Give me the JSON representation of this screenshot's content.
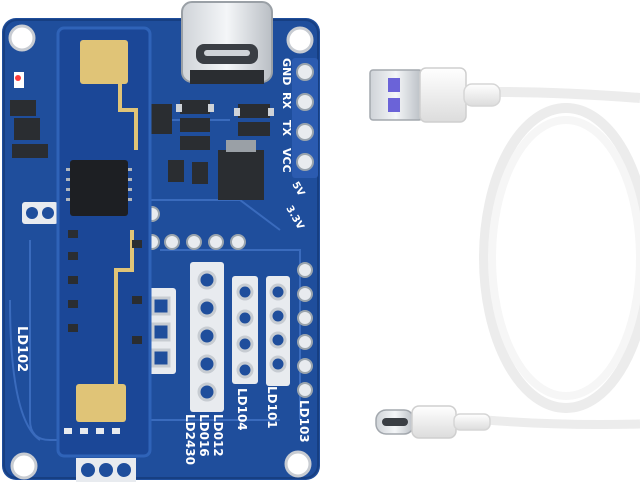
{
  "board": {
    "labels": {
      "gnd": "GND",
      "rx": "RX",
      "tx": "TX",
      "vcc": "VCC",
      "v5": "5V",
      "v33": "3.3V",
      "ld102": "LD102",
      "ld104": "LD104",
      "ld101": "LD101",
      "ld103": "LD103",
      "ld012": "LD012",
      "ld016": "LD016",
      "ld2430": "LD2430"
    }
  },
  "colors": {
    "pcb": "#1f4e9c",
    "module": "#1b4797",
    "pad_gold": "#e0c477",
    "cable": "#f2f2f2",
    "usb_blue": "#6b63d8"
  }
}
